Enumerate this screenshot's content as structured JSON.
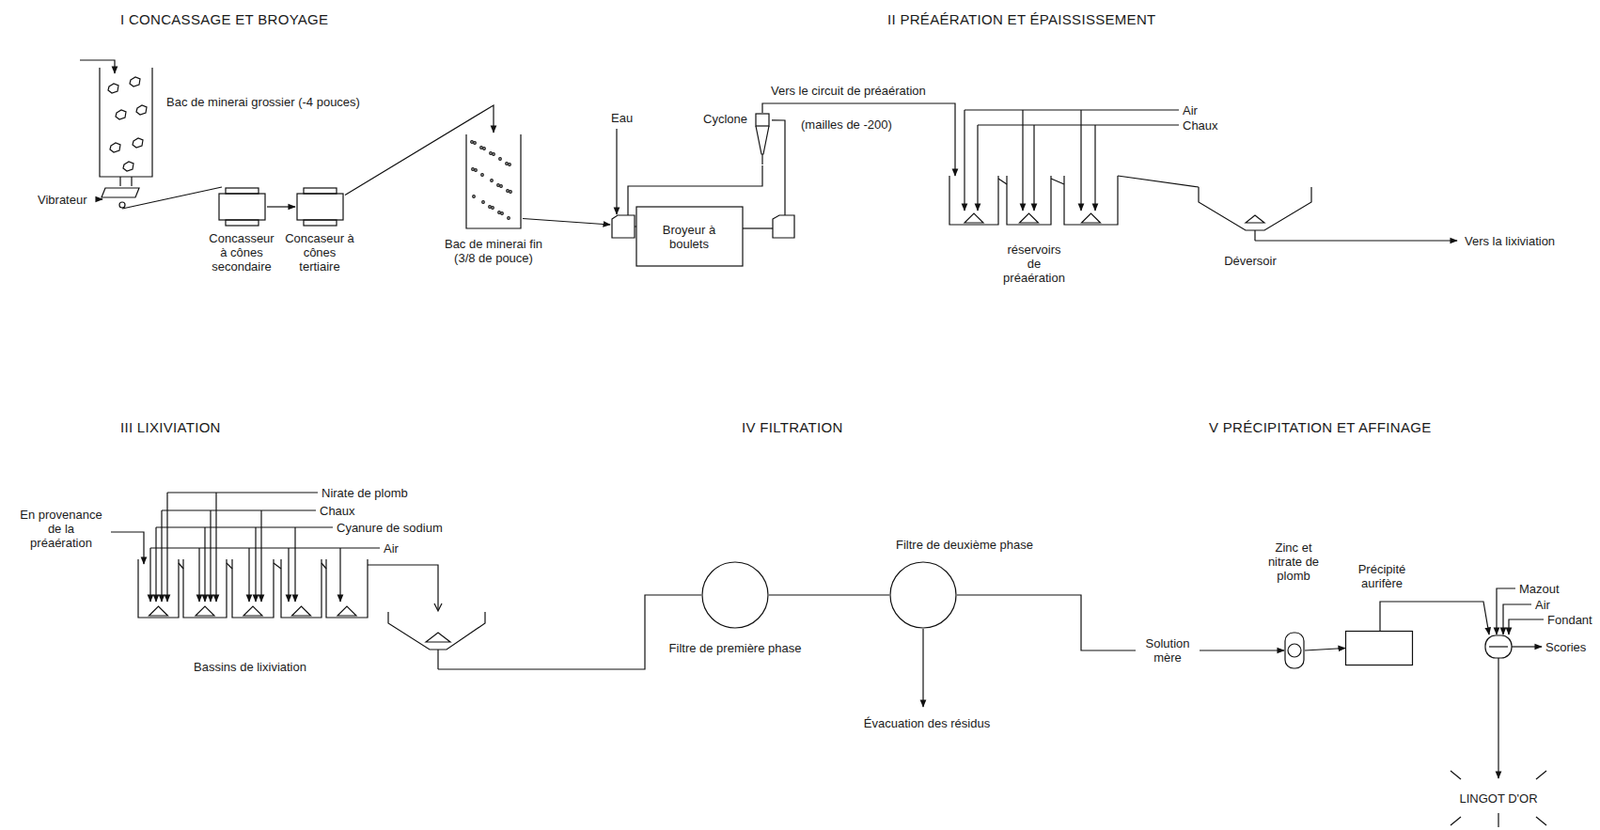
{
  "diagram": {
    "nodes": [
      {
        "text": [
          "Bac de minerai grossier (-4 pouces)"
        ]
      },
      {
        "text": [
          "Concasseur à cônes secondaire"
        ]
      },
      {
        "text": [
          "Concaseur à cônes tertiaire"
        ]
      },
      {
        "text": [
          "Bac de minerai fin (3/8 de pouce)"
        ]
      },
      {
        "text": [
          "Broyeur à boulets"
        ]
      },
      {
        "text": [
          "Cyclone"
        ]
      },
      {
        "text": [
          "réservoirs de préaération"
        ]
      },
      {
        "text": [
          "Déversoir"
        ]
      },
      {
        "text": [
          "Bassins de lixiviation"
        ]
      },
      {
        "text": [
          "Filtre de première phase"
        ]
      },
      {
        "text": [
          "Filtre de deuxième phase"
        ]
      },
      {
        "text": [
          "Zinc et nitrate de plomb"
        ]
      },
      {
        "text": [
          "Précipité aurifère"
        ]
      }
    ],
    "edges": [
      {
        "from": 0,
        "to": 1,
        "arrow": "none"
      },
      {
        "from": 1,
        "to": 2,
        "arrow": "to"
      },
      {
        "from": 2,
        "to": 3,
        "arrow": "to"
      },
      {
        "from": 3,
        "to": 4,
        "arrow": "to"
      },
      {
        "from": 4,
        "to": 5,
        "arrow": "none"
      },
      {
        "from": 5,
        "to": 4,
        "arrow": "none"
      },
      {
        "from": 5,
        "to": 6,
        "label": "Vers le circuit de préaération",
        "arrow": "to"
      },
      {
        "from": 6,
        "to": 7,
        "arrow": "none"
      },
      {
        "from": 8,
        "to": 9,
        "arrow": "none"
      },
      {
        "from": 9,
        "to": 10,
        "arrow": "none"
      },
      {
        "from": 10,
        "to": 11,
        "label": "Solution mère",
        "arrow": "to"
      },
      {
        "from": 11,
        "to": 12,
        "arrow": "to"
      }
    ],
    "labels": [
      "I CONCASSAGE ET BROYAGE",
      "II PRÉAÉRATION ET ÉPAISSISSEMENT",
      "III LIXIVIATION",
      "IV FILTRATION",
      "V PRÉCIPITATION ET AFFINAGE",
      "Vibrateur",
      "Eau",
      "(mailles de -200)",
      "Air",
      "Chaux",
      "Vers la lixiviation",
      "En provenance de la préaération",
      "Nirate de plomb",
      "Chaux",
      "Cyanure de sodium",
      "Air",
      "Évacuation des résidus",
      "Mazout",
      "Air",
      "Fondant",
      "Scories",
      "LINGOT D'OR"
    ]
  }
}
